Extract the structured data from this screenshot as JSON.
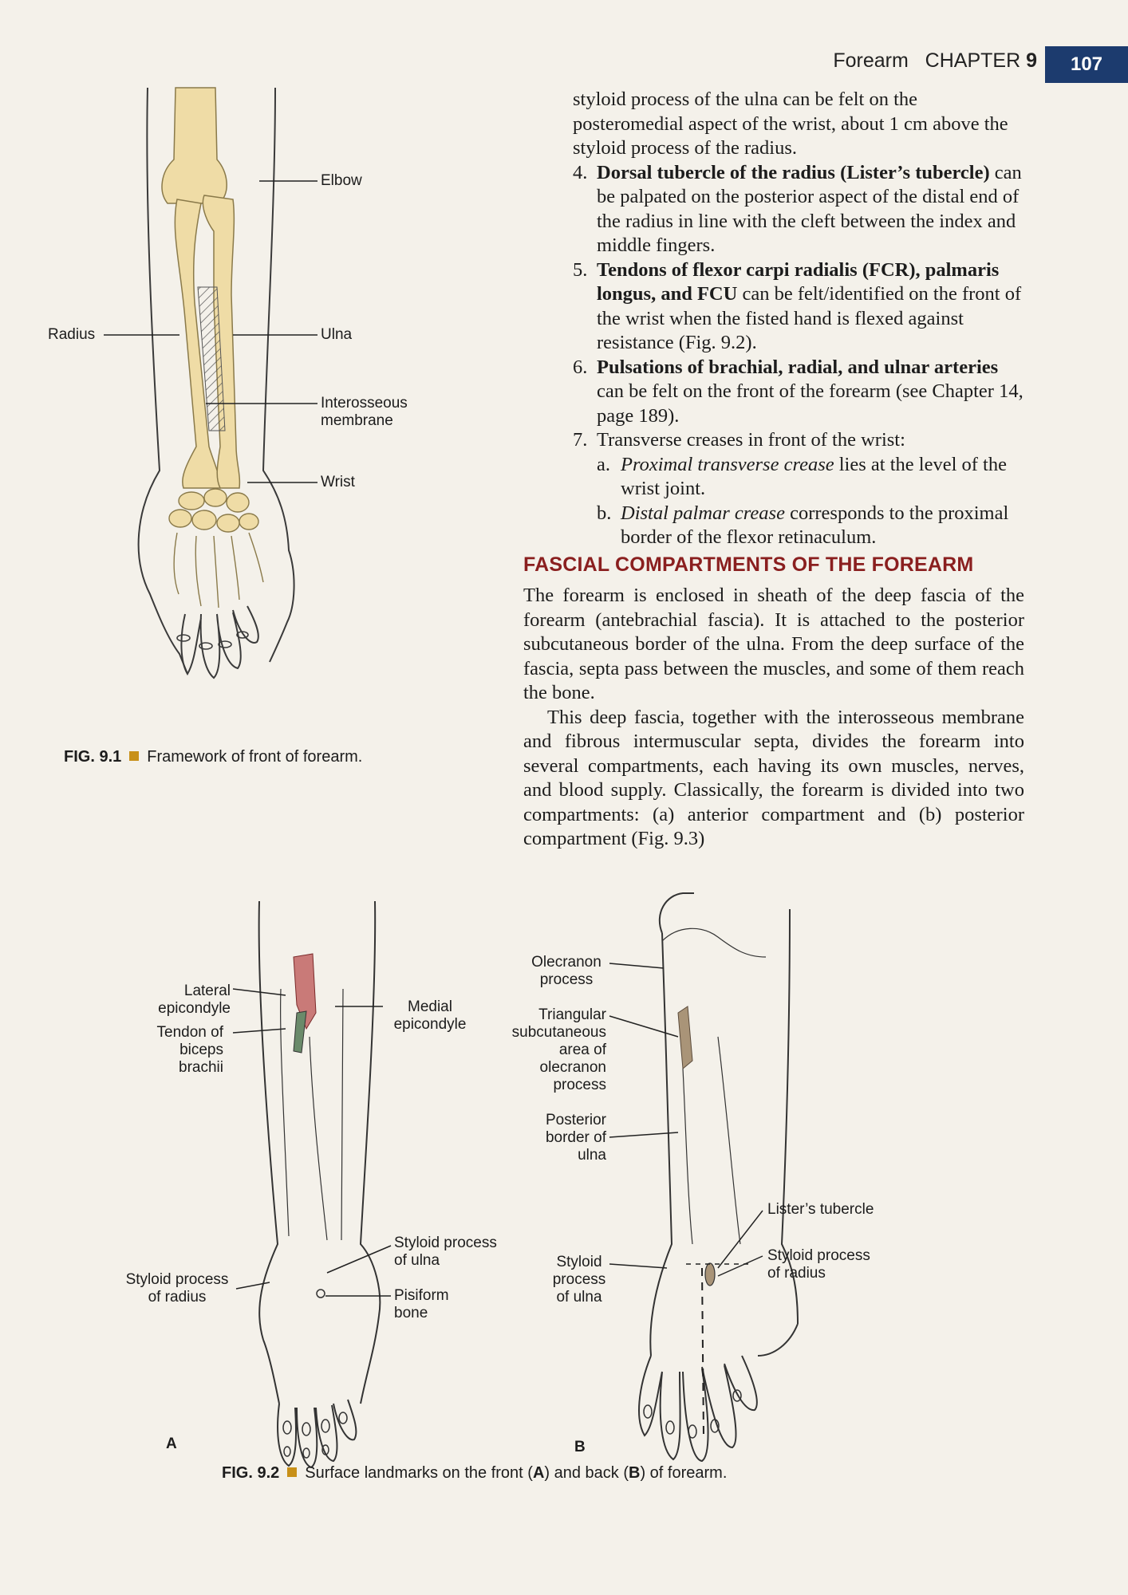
{
  "header": {
    "section": "Forearm",
    "chapter_word": "CHAPTER",
    "chapter_num": "9",
    "page_number": "107"
  },
  "right_column": {
    "continued_text": "styloid process of the ulna can be felt on the posteromedial aspect of the wrist, about 1 cm above the styloid process of the radius.",
    "items": [
      {
        "num": "4.",
        "bold": "Dorsal tubercle of the radius (Lister’s tubercle)",
        "text": " can be palpated on the posterior aspect of the distal end of the radius in line with the cleft between the index and middle fingers."
      },
      {
        "num": "5.",
        "bold": "Tendons of flexor carpi radialis (FCR), palmaris longus, and FCU",
        "text": " can be felt/identified on the front of the wrist when the fisted hand is flexed against resistance (Fig. 9.2)."
      },
      {
        "num": "6.",
        "bold": "Pulsations of brachial, radial, and ulnar arteries",
        "text": " can be felt on the front of the forearm (see Chapter 14, page 189)."
      },
      {
        "num": "7.",
        "bold": "",
        "text": "Transverse creases in front of the wrist:"
      }
    ],
    "subitems": [
      {
        "letter": "a.",
        "italic": "Proximal transverse crease",
        "text": " lies at the level of the wrist joint."
      },
      {
        "letter": "b.",
        "italic": "Distal palmar crease",
        "text": " corresponds to the proximal border of the flexor retinaculum."
      }
    ],
    "section_heading": "FASCIAL COMPARTMENTS OF THE FOREARM",
    "para1": "The forearm is enclosed in sheath of the deep fascia of the forearm (antebrachial fascia). It is attached to the posterior subcutaneous border of the ulna. From the deep surface of the fascia, septa pass between the muscles, and some of them reach the bone.",
    "para2": "This deep fascia, together with the interosseous membrane and fibrous intermuscular septa, divides the forearm into several compartments, each having its own muscles, nerves, and blood supply. Classically, the forearm is divided into two compartments: (a) anterior compartment and (b) posterior compartment (Fig. 9.3)"
  },
  "fig91": {
    "labels": {
      "elbow": "Elbow",
      "radius": "Radius",
      "ulna": "Ulna",
      "interosseous_1": "Interosseous",
      "interosseous_2": "membrane",
      "wrist": "Wrist"
    },
    "caption_number": "FIG. 9.1",
    "caption_text": "Framework of front of forearm."
  },
  "fig92": {
    "labels_a": {
      "lateral_epicondyle_1": "Lateral",
      "lateral_epicondyle_2": "epicondyle",
      "medial_epicondyle_1": "Medial",
      "medial_epicondyle_2": "epicondyle",
      "tendon_1": "Tendon of",
      "tendon_2": "biceps",
      "tendon_3": "brachii",
      "styloid_ulna_1": "Styloid process",
      "styloid_ulna_2": "of ulna",
      "styloid_radius_1": "Styloid process",
      "styloid_radius_2": "of radius",
      "pisiform_1": "Pisiform",
      "pisiform_2": "bone"
    },
    "labels_b": {
      "olecranon_1": "Olecranon",
      "olecranon_2": "process",
      "triangular_1": "Triangular",
      "triangular_2": "subcutaneous",
      "triangular_3": "area of",
      "triangular_4": "olecranon",
      "triangular_5": "process",
      "posterior_1": "Posterior",
      "posterior_2": "border of",
      "posterior_3": "ulna",
      "listers": "Lister’s tubercle",
      "styloid_radius_1": "Styloid process",
      "styloid_radius_2": "of radius",
      "styloid_ulna_1": "Styloid",
      "styloid_ulna_2": "process",
      "styloid_ulna_3": "of ulna"
    },
    "panel_a": "A",
    "panel_b": "B",
    "caption_number": "FIG. 9.2",
    "caption_pre": "Surface landmarks on the front (",
    "caption_a": "A",
    "caption_mid": ") and back (",
    "caption_b": "B",
    "caption_post": ") of forearm."
  },
  "colors": {
    "heading": "#8a1f1f",
    "page_badge": "#1c3b6e",
    "caption_square": "#c89018",
    "bone": "#efdca6"
  }
}
